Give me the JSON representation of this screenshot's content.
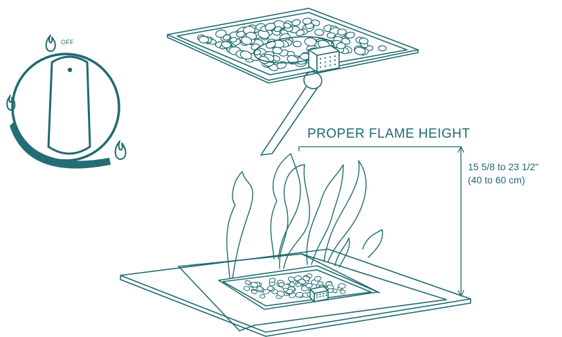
{
  "colors": {
    "primary": "#1f6a70",
    "accent": "#236e75"
  },
  "knob": {
    "off_label": "OFF",
    "icons": [
      "flame-off-icon",
      "flame-low-icon",
      "flame-high-icon"
    ]
  },
  "annotation": {
    "title": "PROPER FLAME HEIGHT",
    "dimension_in": "15 5/8 to 23 1/2\"",
    "dimension_cm": "(40 to 60 cm)"
  }
}
